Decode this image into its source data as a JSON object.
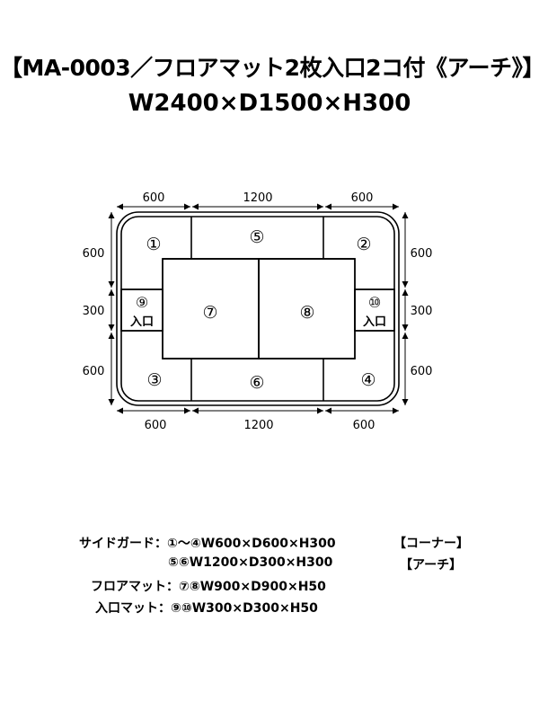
{
  "header": {
    "title": "【MA-0003／フロアマット2枚入口2コ付《アーチ》】",
    "size": "W2400×D1500×H300"
  },
  "diagram": {
    "dims_top": [
      "600",
      "1200",
      "600"
    ],
    "dims_bottom": [
      "600",
      "1200",
      "600"
    ],
    "dims_left": [
      "600",
      "300",
      "600"
    ],
    "dims_right": [
      "600",
      "300",
      "600"
    ],
    "piece_labels": {
      "p1": "①",
      "p2": "②",
      "p3": "③",
      "p4": "④",
      "p5": "⑤",
      "p6": "⑥",
      "p7": "⑦",
      "p8": "⑧",
      "p9": "⑨",
      "p10": "⑩"
    },
    "entrance_label": "入口"
  },
  "specs": [
    {
      "label": "サイドガード：",
      "items": "①～④",
      "size": "W600×D600×H300",
      "note": "【コーナー】"
    },
    {
      "label": "",
      "items": "⑤⑥",
      "size": "W1200×D300×H300",
      "note": "【アーチ】"
    },
    {
      "label": "フロアマット：",
      "items": "⑦⑧",
      "size": "W900×D900×H50",
      "note": ""
    },
    {
      "label": "入口マット：",
      "items": "⑨⑩",
      "size": "W300×D300×H50",
      "note": ""
    }
  ],
  "colors": {
    "line": "#000000",
    "background": "#ffffff"
  }
}
